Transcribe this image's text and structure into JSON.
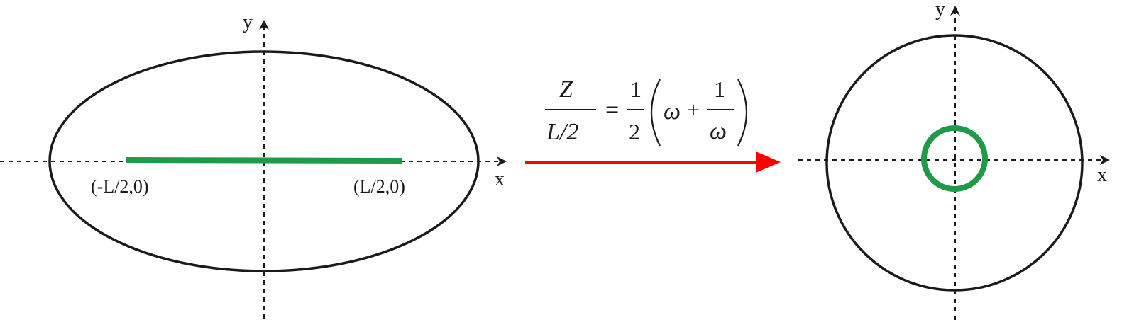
{
  "left_panel": {
    "axis_x_label": "x",
    "axis_y_label": "y",
    "point_left_label": "(-L/2,0)",
    "point_right_label": "(L/2,0)"
  },
  "right_panel": {
    "axis_x_label": "x",
    "axis_y_label": "y"
  },
  "mapping": {
    "lhs_numerator": "Z",
    "lhs_denominator": "L/2",
    "equals": "=",
    "half_numerator": "1",
    "half_denominator": "2",
    "omega": "ω",
    "plus": "+",
    "inner_numerator": "1",
    "inner_denominator": "ω"
  },
  "colors": {
    "stroke": "#1a1a1a",
    "crack": "#1f9a48",
    "arrow": "#ff0000"
  }
}
